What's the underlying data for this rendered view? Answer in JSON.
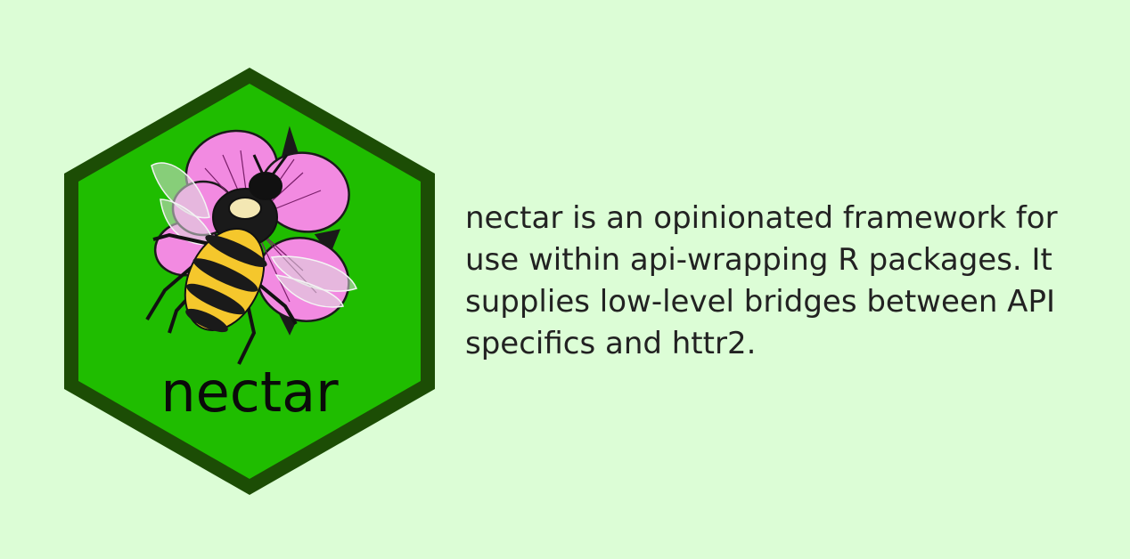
{
  "logo": {
    "title": "nectar",
    "icon": "bee-on-flower-hex-sticker",
    "colors": {
      "hex_fill": "#1fbd00",
      "hex_border": "#1c4d05",
      "petal": "#f28ae1",
      "bee_stripe": "#f5c72c"
    }
  },
  "description": {
    "lines": [
      "nectar is an opinionated framework for",
      "use within api-wrapping R packages. It",
      "supplies low-level bridges between API",
      "specifics and httr2."
    ]
  },
  "colors": {
    "background": "#dcfdd6",
    "text": "#222222"
  }
}
